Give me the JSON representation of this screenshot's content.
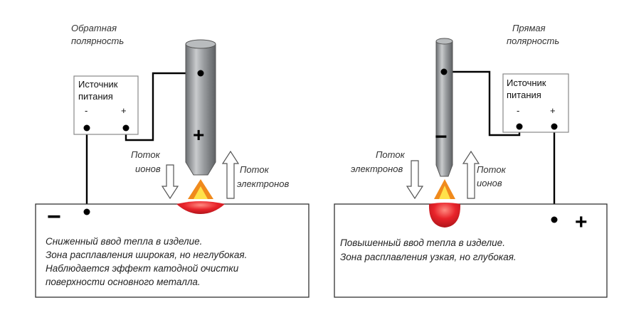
{
  "left": {
    "polarity_line1": "Обратная",
    "polarity_line2": "полярность",
    "source_line1": "Источник",
    "source_line2": "питания",
    "source_minus": "-",
    "source_plus": "+",
    "electrode_sign": "+",
    "plate_sign": "−",
    "arrow_down_line1": "Поток",
    "arrow_down_line2": "ионов",
    "arrow_up_line1": "Поток",
    "arrow_up_line2": "электронов",
    "desc": [
      "Сниженный ввод тепла в изделие.",
      "Зона расплавления широкая, но неглубокая.",
      "Наблюдается эффект катодной очистки",
      "поверхности основного металла."
    ]
  },
  "right": {
    "polarity_line1": "Прямая",
    "polarity_line2": "полярность",
    "source_line1": "Источник",
    "source_line2": "питания",
    "source_minus": "-",
    "source_plus": "+",
    "electrode_sign": "−",
    "plate_sign": "+",
    "arrow_down_line1": "Поток",
    "arrow_down_line2": "электронов",
    "arrow_up_line1": "Поток",
    "arrow_up_line2": "ионов",
    "desc": [
      "Повышенный ввод тепла в изделие.",
      "Зона расплавления узкая, но глубокая."
    ]
  },
  "colors": {
    "electrode": "#8a8d90",
    "flame_outer": "#f08a1c",
    "flame_inner": "#ffe24a",
    "pool": "#e8232a"
  }
}
